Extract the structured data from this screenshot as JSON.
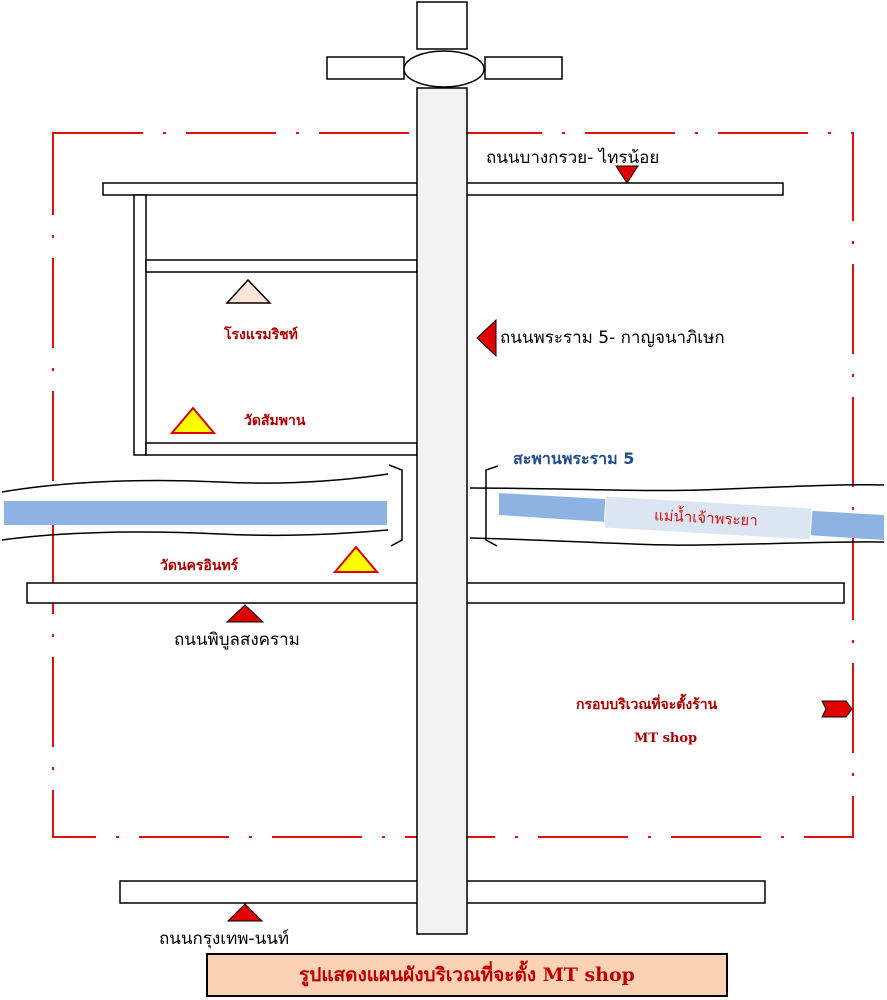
{
  "map_title": "รูปแสดงแผนผังบริเวณที่จะตั้ง MT shop",
  "roads": {
    "top": "ถนนบางกรวย- ไทรน้อย",
    "main": "ถนนพระราม 5- กาญจนาภิเษก",
    "middle": "ถนนพิบูลสงคราม",
    "bottom": "ถนนกรุงเทพ-นนท์"
  },
  "bridge": "สะพานพระราม 5",
  "river": "แม่น้ำเจ้าพระยา",
  "landmarks": {
    "resort": "โรงแรมริชท์",
    "temple_1": "วัดสัมพาน",
    "temple_2": "วัดนครอินทร์"
  },
  "shop_area": {
    "line1": "กรอบบริเวณที่จะตั้งร้าน",
    "line2": "MT shop"
  },
  "colors": {
    "boundary": "#e01010",
    "river": "#8db3e2",
    "main_road": "#f2f2f2",
    "marker_red": "#e00000",
    "temple_yellow": "#ffff00",
    "resort_fill": "#fce4d6",
    "caption_bg": "#fbd3b4"
  }
}
